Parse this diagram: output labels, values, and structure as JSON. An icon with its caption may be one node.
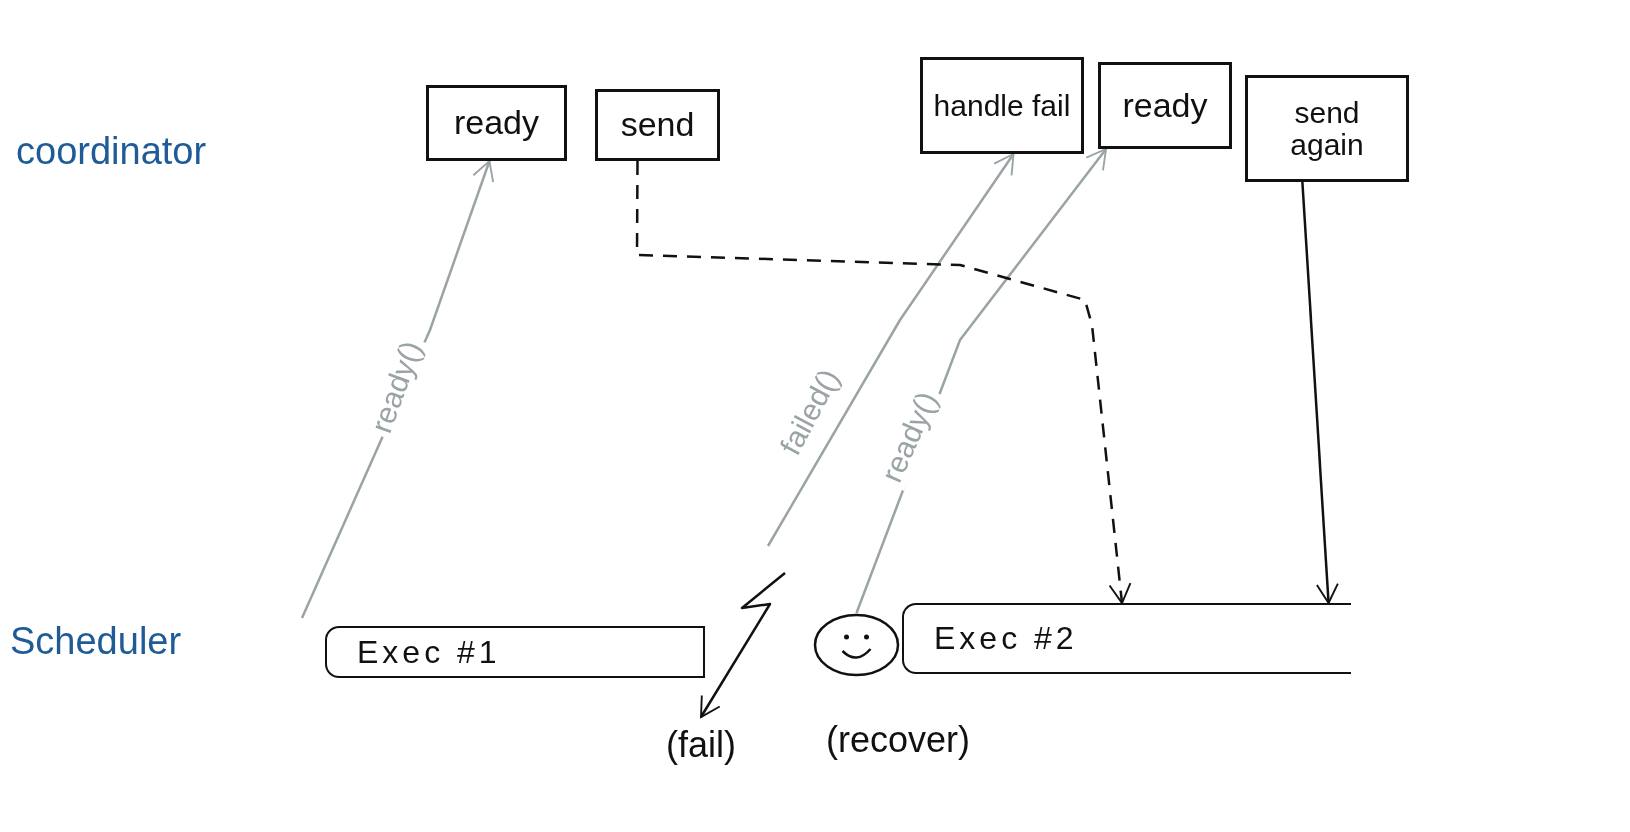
{
  "diagram": {
    "nodes": [
      {
        "text": [
          "ready"
        ]
      },
      {
        "text": [
          "send"
        ]
      },
      {
        "text": [
          "handle fail"
        ]
      },
      {
        "text": [
          "ready"
        ]
      },
      {
        "text": [
          "send again"
        ]
      },
      {
        "text": [
          "Exec #1"
        ]
      },
      {
        "text": [],
        "shape": "circle"
      },
      {
        "text": [
          "Exec #2"
        ]
      },
      {
        "text": [
          "(fail)"
        ]
      }
    ],
    "edges": [
      {
        "from": null,
        "to": 0,
        "arrow": "to",
        "label": "ready()",
        "color": "#9aa3a6"
      },
      {
        "from": null,
        "to": 2,
        "arrow": "to",
        "label": "failed()",
        "color": "#9aa3a6"
      },
      {
        "from": 6,
        "to": 3,
        "arrow": "to",
        "label": "ready()",
        "color": "#9aa3a6"
      },
      {
        "from": 1,
        "to": 7,
        "arrow": "to",
        "style": "dashed",
        "color": "#111111"
      },
      {
        "from": 4,
        "to": 7,
        "arrow": "to",
        "color": "#111111"
      },
      {
        "from": null,
        "to": 8,
        "arrow": "to",
        "color": "#111111"
      }
    ],
    "labels": [
      "coordinator",
      "Scheduler",
      "(recover)"
    ]
  }
}
